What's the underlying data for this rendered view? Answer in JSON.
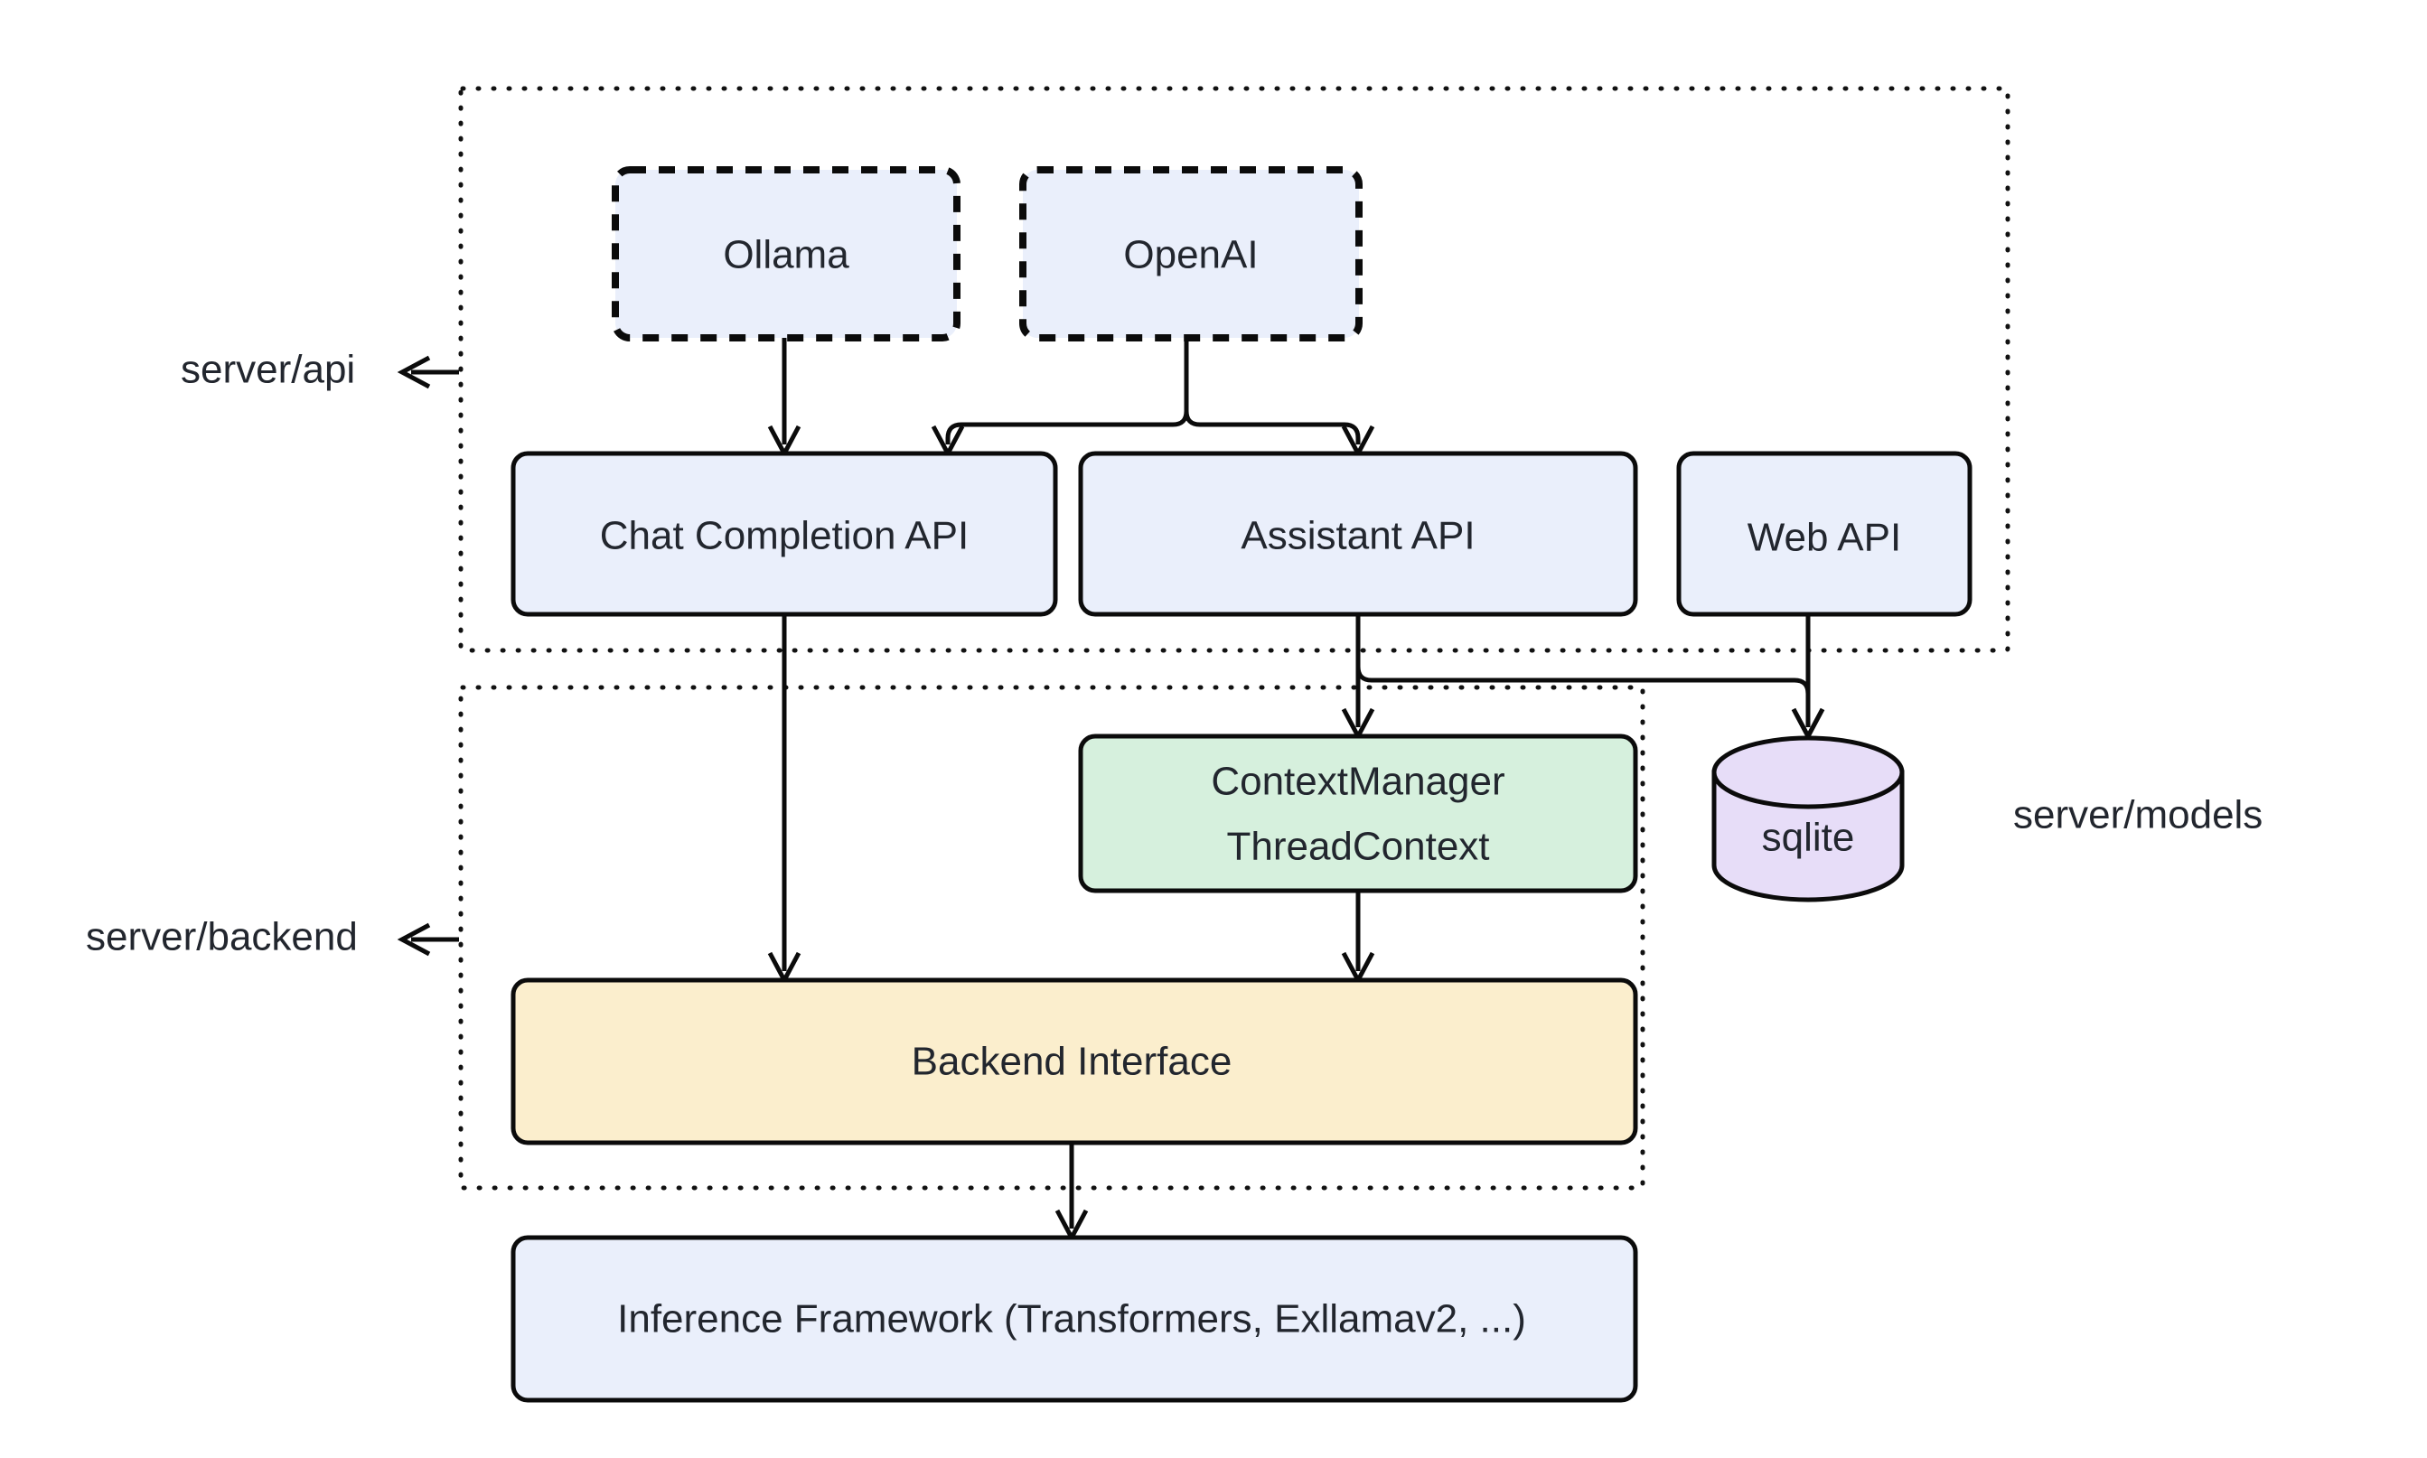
{
  "diagram": {
    "type": "architecture-flowchart",
    "background_color": "#ffffff",
    "stroke_color": "#0b0b0b",
    "text_color": "#22262e",
    "groups": [
      {
        "id": "server-api",
        "label": "server/api",
        "label_position": "left-outside",
        "border_style": "dotted",
        "arrow": "left"
      },
      {
        "id": "server-backend",
        "label": "server/backend",
        "label_position": "left-outside",
        "border_style": "dotted",
        "arrow": "left"
      },
      {
        "id": "server-models",
        "label": "server/models",
        "label_position": "right-outside",
        "border_style": "none",
        "arrow": "none"
      }
    ],
    "nodes": [
      {
        "id": "ollama",
        "label": "Ollama",
        "shape": "rounded-rect",
        "border": "dashed",
        "fill": "#eaeffb",
        "group": "server-api"
      },
      {
        "id": "openai",
        "label": "OpenAI",
        "shape": "rounded-rect",
        "border": "dashed",
        "fill": "#eaeffb",
        "group": "server-api"
      },
      {
        "id": "chat-completion-api",
        "label": "Chat Completion API",
        "shape": "rounded-rect",
        "border": "solid",
        "fill": "#eaeffb",
        "group": "server-api"
      },
      {
        "id": "assistant-api",
        "label": "Assistant API",
        "shape": "rounded-rect",
        "border": "solid",
        "fill": "#eaeffb",
        "group": "server-api"
      },
      {
        "id": "web-api",
        "label": "Web API",
        "shape": "rounded-rect",
        "border": "solid",
        "fill": "#eaeffb",
        "group": "server-api"
      },
      {
        "id": "context-manager",
        "label_line1": "ContextManager",
        "label_line2": "ThreadContext",
        "shape": "rounded-rect",
        "border": "solid",
        "fill": "#d6f0dd",
        "group": "server-backend"
      },
      {
        "id": "sqlite",
        "label": "sqlite",
        "shape": "cylinder",
        "border": "solid",
        "fill": "#e7ddf8",
        "group": "server-models"
      },
      {
        "id": "backend-interface",
        "label": "Backend Interface",
        "shape": "rounded-rect",
        "border": "solid",
        "fill": "#fbeecd",
        "group": "server-backend"
      },
      {
        "id": "inference-framework",
        "label": "Inference Framework (Transformers, Exllamav2, ...)",
        "shape": "rounded-rect",
        "border": "solid",
        "fill": "#eaeffb",
        "group": "none"
      }
    ],
    "edges": [
      {
        "from": "ollama",
        "to": "chat-completion-api",
        "arrow": "end"
      },
      {
        "from": "openai",
        "to": "chat-completion-api",
        "arrow": "end"
      },
      {
        "from": "openai",
        "to": "assistant-api",
        "arrow": "end"
      },
      {
        "from": "chat-completion-api",
        "to": "backend-interface",
        "arrow": "end"
      },
      {
        "from": "assistant-api",
        "to": "context-manager",
        "arrow": "end"
      },
      {
        "from": "assistant-api",
        "to": "sqlite",
        "arrow": "end"
      },
      {
        "from": "web-api",
        "to": "sqlite",
        "arrow": "end"
      },
      {
        "from": "context-manager",
        "to": "backend-interface",
        "arrow": "end"
      },
      {
        "from": "backend-interface",
        "to": "inference-framework",
        "arrow": "end"
      }
    ]
  }
}
